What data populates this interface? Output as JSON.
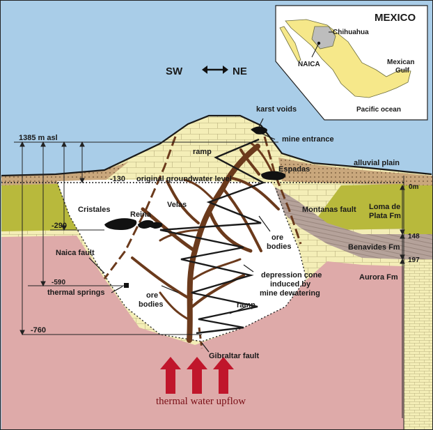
{
  "direction": {
    "sw": "SW",
    "ne": "NE"
  },
  "elevation": {
    "asl": "1385 m  asl",
    "d130": "-130",
    "d290": "-290",
    "d590": "-590",
    "d760": "-760"
  },
  "features": {
    "karst_voids": "karst voids",
    "mine_entrance": "mine entrance",
    "alluvial_plain": "alluvial plain",
    "ramp_upper": "ramp",
    "ramp_lower": "ramp",
    "espadas": "Espadas",
    "groundwater": "original groundwater level",
    "reina": "Reina",
    "velas": "Velas",
    "cristales": "Cristales",
    "montanas_fault": "Montanas fault",
    "ore_bodies_right": [
      "ore",
      "bodies"
    ],
    "ore_bodies_left": [
      "ore",
      "bodies"
    ],
    "naica_fault": "Naica fault",
    "depression_cone": [
      "depression cone",
      "induced by",
      "mine dewatering"
    ],
    "thermal_springs": "thermal springs",
    "gibraltar_fault": "Gibraltar fault",
    "thermal_upflow": "thermal water upflow"
  },
  "stratigraphy": {
    "zero": "0m",
    "loma": [
      "Loma de",
      "Plata Fm"
    ],
    "t148": "148",
    "benavides": "Benavides Fm",
    "t197": "197",
    "aurora": "Aurora Fm"
  },
  "inset_map": {
    "title": "MEXICO",
    "chihuahua": "Chihuahua",
    "naica": "NAICA",
    "gulf": [
      "Mexican",
      "Gulf"
    ],
    "pacific": "Pacific ocean"
  },
  "colors": {
    "sky": "#a9cde8",
    "limestone": "#f4eeb7",
    "basement": "#deaaa9",
    "loma": "#b8b93c",
    "benavides": "#b5a29a",
    "alluvium": "#c9a77c",
    "cone": "#ffffff",
    "ore": "#6b3a1c",
    "arrow": "#c0162b"
  }
}
